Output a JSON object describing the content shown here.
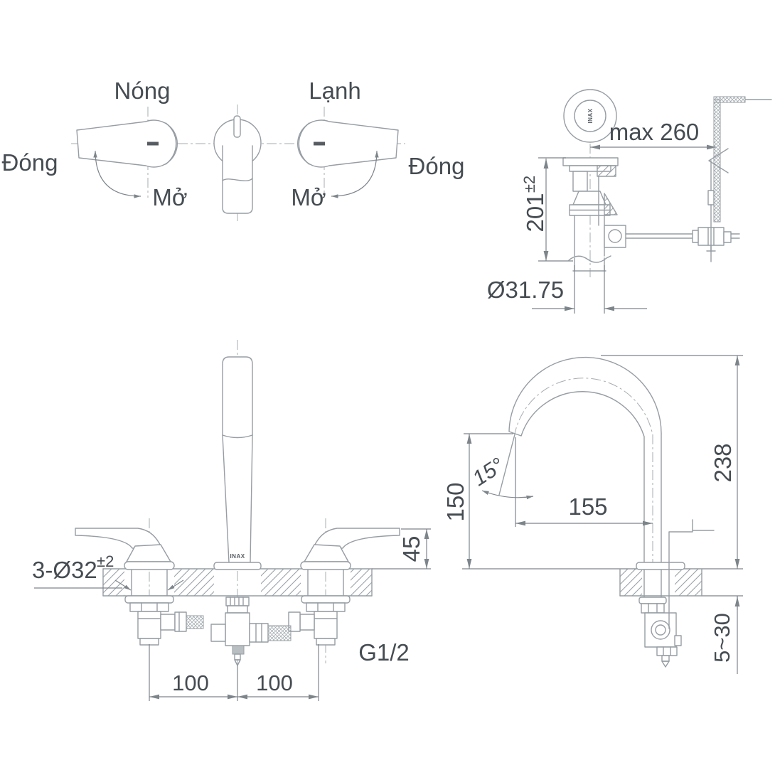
{
  "colors": {
    "line": "#969da3",
    "dim": "#7d858b",
    "text": "#454c52",
    "dark": "#565c61",
    "bg": "#ffffff"
  },
  "handles_view": {
    "hot_label": "Nóng",
    "cold_label": "Lạnh",
    "close_left_label": "Đóng",
    "close_right_label": "Đóng",
    "open_left_label": "Mở",
    "open_right_label": "Mở"
  },
  "drain_view": {
    "max_reach_label": "max 260",
    "height_value": "201",
    "height_tolerance": "±2",
    "drain_diameter_label": "Ø31.75",
    "brand_mark": "INAX"
  },
  "front_view": {
    "holes_label": "3-Ø32",
    "holes_tolerance": "±2",
    "handle_height_label": "45",
    "left_spacing_label": "100",
    "right_spacing_label": "100",
    "thread_label": "G1/2",
    "brand_mark": "INAX"
  },
  "side_view": {
    "spout_angle_label": "15°",
    "spout_height_label": "150",
    "spout_reach_label": "155",
    "total_height_label": "238",
    "deck_thickness_label": "5~30"
  }
}
